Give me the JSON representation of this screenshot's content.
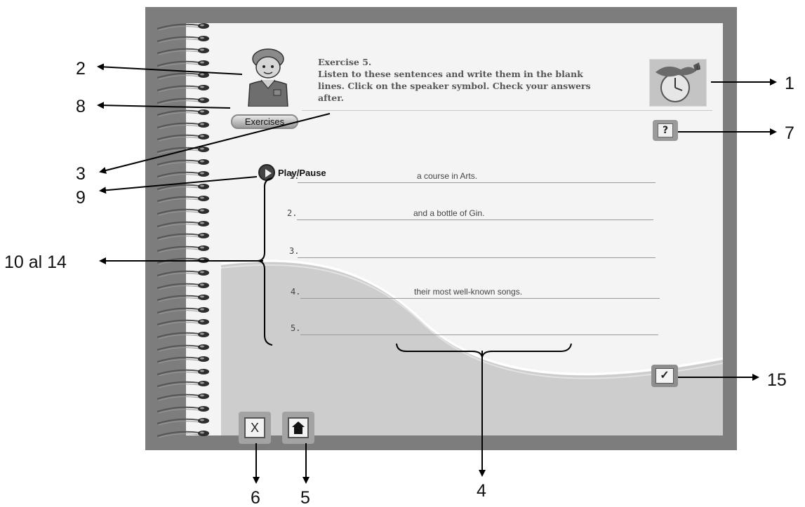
{
  "exercise": {
    "title": "Exercise 5.",
    "instructions_line1": "Listen to these sentences and write them in the blank",
    "instructions_line2": "lines. Click on the speaker symbol. Check your answers",
    "instructions_line3": "after."
  },
  "buttons": {
    "exercises_label": "Exercises",
    "help_label": "?",
    "play_label": "Play/Pause",
    "close_label": "X",
    "check_label": "✓"
  },
  "lines": [
    {
      "number": "1.",
      "text": "a course in Arts."
    },
    {
      "number": "2.",
      "text": "and a bottle of Gin."
    },
    {
      "number": "3.",
      "text": ""
    },
    {
      "number": "4.",
      "text": "their most well-known songs."
    },
    {
      "number": "5.",
      "text": ""
    }
  ],
  "annotations": {
    "a1": "1",
    "a2": "2",
    "a3": "3",
    "a4": "4",
    "a5": "5",
    "a6": "6",
    "a7": "7",
    "a8": "8",
    "a9": "9",
    "a10": "10 al 14",
    "a15": "15"
  },
  "colors": {
    "frame": "#7d7d7d",
    "page": "#f4f4f4",
    "lower_band": "#cdcdcd"
  }
}
